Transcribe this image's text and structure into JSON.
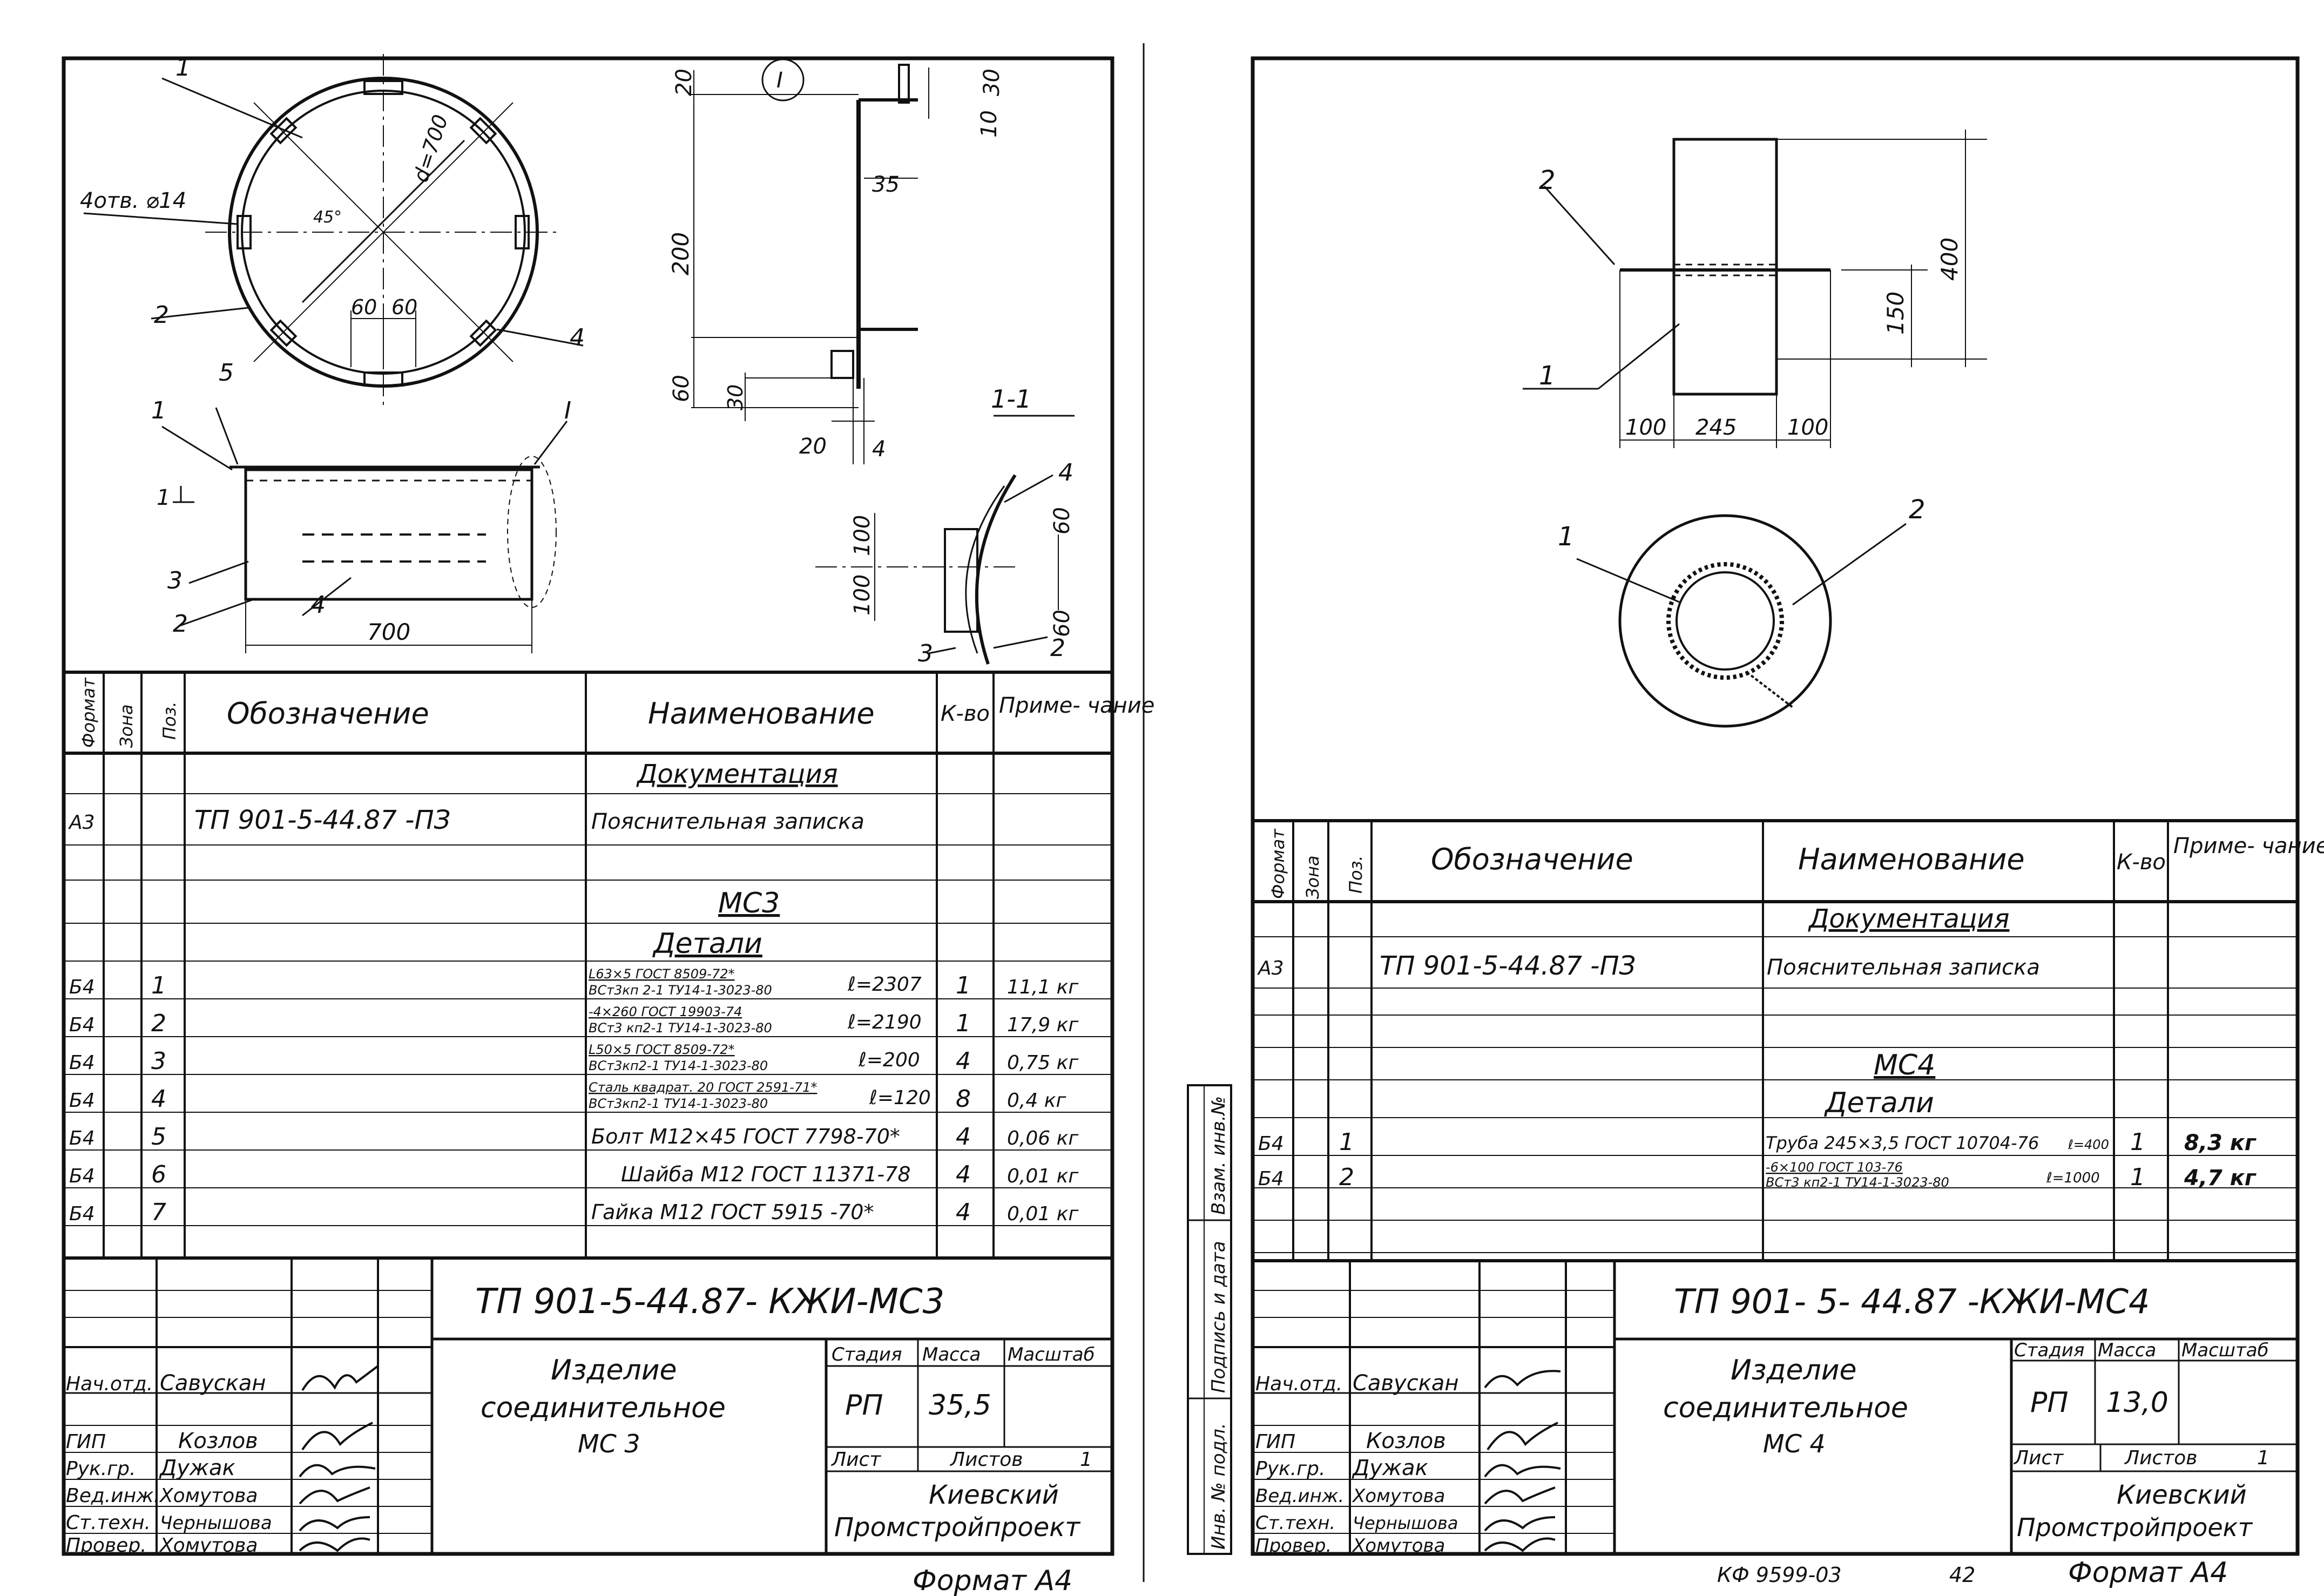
{
  "sheets": [
    {
      "fig_labels": [
        "1",
        "4отв. ⌀14",
        "45°",
        "d=700",
        "2",
        "60",
        "60",
        "4",
        "5",
        "1",
        "I",
        "1",
        "3",
        "2",
        "4",
        "700"
      ],
      "section_labels": [
        "I",
        "20",
        "30",
        "10",
        "35",
        "200",
        "60",
        "30",
        "20",
        "4",
        "1-1",
        "4",
        "60",
        "100",
        "100",
        "60",
        "3",
        "2"
      ],
      "table": {
        "headers": {
          "format": "Формат",
          "zone": "Зона",
          "pos": "Поз.",
          "designation": "Обозначение",
          "name": "Наименование",
          "qty": "К-во",
          "note": "Приме-\nчание"
        },
        "rows": [
          {
            "type": "heading",
            "name": "Документация"
          },
          {
            "format": "А3",
            "pos": "",
            "designation": "ТП 901-5-44.87 -ПЗ",
            "name": "Пояснительная записка",
            "qty": "",
            "note": ""
          },
          {
            "type": "heading",
            "name": "МС3"
          },
          {
            "type": "heading",
            "name": "Детали"
          },
          {
            "format": "Б4",
            "pos": "1",
            "name_line1": "L63×5 ГОСТ 8509-72*",
            "name_line2": "ВСт3кп 2-1 ТУ14-1-3023-80",
            "length": "ℓ=2307",
            "qty": "1",
            "note": "11,1 кг"
          },
          {
            "format": "Б4",
            "pos": "2",
            "name_line1": "-4×260 ГОСТ 19903-74",
            "name_line2": "ВСт3 кп2-1 ТУ14-1-3023-80",
            "length": "ℓ=2190",
            "qty": "1",
            "note": "17,9 кг"
          },
          {
            "format": "Б4",
            "pos": "3",
            "name_line1": "L50×5 ГОСТ 8509-72*",
            "name_line2": "ВСт3кп2-1 ТУ14-1-3023-80",
            "length": "ℓ=200",
            "qty": "4",
            "note": "0,75 кг"
          },
          {
            "format": "Б4",
            "pos": "4",
            "name_line1": "Сталь квадрат. 20 ГОСТ 2591-71*",
            "name_line2": "ВСт3кп2-1 ТУ14-1-3023-80",
            "length": "ℓ=120",
            "qty": "8",
            "note": "0,4 кг"
          },
          {
            "format": "Б4",
            "pos": "5",
            "name": "Болт М12×45 ГОСТ 7798-70*",
            "qty": "4",
            "note": "0,06 кг"
          },
          {
            "format": "Б4",
            "pos": "6",
            "name": "Шайба М12 ГОСТ 11371-78",
            "qty": "4",
            "note": "0,01 кг"
          },
          {
            "format": "Б4",
            "pos": "7",
            "name": "Гайка М12 ГОСТ 5915 -70*",
            "qty": "4",
            "note": "0,01 кг"
          }
        ]
      },
      "stamp": {
        "code": "ТП 901-5-44.87- КЖИ-МС3",
        "title_line1": "Изделие",
        "title_line2": "соединительное",
        "title_line3": "МС 3",
        "stage_h": "Стадия",
        "mass_h": "Масса",
        "scale_h": "Масштаб",
        "stage": "РП",
        "mass": "35,5",
        "sheet_h": "Лист",
        "sheets_h": "Листов",
        "sheets": "1",
        "org_line1": "Киевский",
        "org_line2": "Промстройпроект",
        "roles": [
          "Нач.отд.",
          "ГИП",
          "Рук.гр.",
          "Вед.инж.",
          "Ст.техн.",
          "Провер."
        ],
        "names": [
          "Савускан",
          "Козлов",
          "Дужак",
          "Хомутова",
          "Чернышова",
          "Хомутова"
        ]
      },
      "format": "Формат А4"
    },
    {
      "fig_labels": [
        "2",
        "1",
        "400",
        "150",
        "100",
        "245",
        "100",
        "1",
        "2"
      ],
      "table": {
        "headers": {
          "format": "Формат",
          "zone": "Зона",
          "pos": "Поз.",
          "designation": "Обозначение",
          "name": "Наименование",
          "qty": "К-во",
          "note": "Приме-\nчание"
        },
        "rows": [
          {
            "type": "heading",
            "name": "Документация"
          },
          {
            "format": "А3",
            "pos": "",
            "designation": "ТП 901-5-44.87 -ПЗ",
            "name": "Пояснительная записка",
            "qty": "",
            "note": ""
          },
          {
            "type": "heading",
            "name": "МС4"
          },
          {
            "type": "heading",
            "name": "Детали"
          },
          {
            "format": "Б4",
            "pos": "1",
            "name": "Труба 245×3,5 ГОСТ 10704-76",
            "length": "ℓ=400",
            "qty": "1",
            "note": "8,3 кг"
          },
          {
            "format": "Б4",
            "pos": "2",
            "name_line1": "-6×100 ГОСТ 103-76",
            "name_line2": "ВСт3 кп2-1 ТУ14-1-3023-80",
            "length": "ℓ=1000",
            "qty": "1",
            "note": "4,7 кг"
          }
        ]
      },
      "side_labels": [
        "Взам. инв.№",
        "Подпись и дата",
        "Инв. № подл."
      ],
      "stamp": {
        "code": "ТП 901- 5- 44.87 -КЖИ-МС4",
        "title_line1": "Изделие",
        "title_line2": "соединительное",
        "title_line3": "МС 4",
        "stage_h": "Стадия",
        "mass_h": "Масса",
        "scale_h": "Масштаб",
        "stage": "РП",
        "mass": "13,0",
        "sheet_h": "Лист",
        "sheets_h": "Листов",
        "sheets": "1",
        "org_line1": "Киевский",
        "org_line2": "Промстройпроект",
        "roles": [
          "Нач.отд.",
          "ГИП",
          "Рук.гр.",
          "Вед.инж.",
          "Ст.техн.",
          "Провер."
        ],
        "names": [
          "Савускан",
          "Козлов",
          "Дужак",
          "Хомутова",
          "Чернышова",
          "Хомутова"
        ]
      },
      "footer_code": "КФ 9599-03",
      "footer_num": "42",
      "format": "Формат А4"
    }
  ]
}
